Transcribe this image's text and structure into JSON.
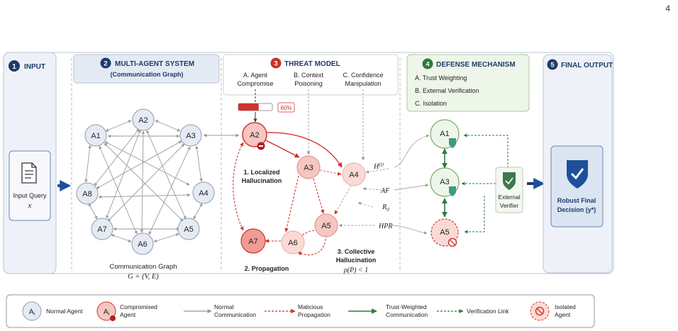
{
  "page_number": "4",
  "panels": {
    "input": {
      "num": "1",
      "title": "INPUT",
      "card_line1": "Input Query",
      "card_line2": "x"
    },
    "mas": {
      "num": "2",
      "title": "MULTI-AGENT SYSTEM",
      "subtitle": "(Communication Graph)",
      "caption": "Communication Graph",
      "formula": "G = (V, E)"
    },
    "threat": {
      "num": "3",
      "title": "THREAT MODEL",
      "col_a1": "A. Agent",
      "col_a2": "Compromise",
      "col_b1": "B.  Context",
      "col_b2": "Poisoning",
      "col_c1": "C. Confidence",
      "col_c2": "Manipulation",
      "progress_label": "60%",
      "progress_value": 0.6,
      "label_localized1": "1. Localized",
      "label_localized2": "Hallucination",
      "label_propagation": "2. Propagation",
      "label_collective1": "3. Collective",
      "label_collective2": "Hallucination",
      "label_rho": "ρ(P) < 1"
    },
    "defense": {
      "num": "4",
      "title": "DEFENSE MECHANISM",
      "item_a": "A. Trust Weighting",
      "item_b": "B. External Verification",
      "item_c": "C. Isolation",
      "verifier1": "External",
      "verifier2": "Verifier"
    },
    "output": {
      "num": "5",
      "title": "FINAL OUTPUT",
      "card_line1": "Robust Final",
      "card_line2": "Decision (y*)"
    }
  },
  "metrics": {
    "h": "H",
    "h_sup": "(t)",
    "af": "AF",
    "r0": "R",
    "r0_sub": "0",
    "hpr": "HPR"
  },
  "nodes": {
    "a1": "A1",
    "a2": "A2",
    "a3": "A3",
    "a4": "A4",
    "a5": "A5",
    "a6": "A6",
    "a7": "A7",
    "a8": "A8",
    "t_a2": "A2",
    "t_a3": "A3",
    "t_a4": "A4",
    "t_a5": "A5",
    "t_a6": "A6",
    "t_a7": "A7",
    "d_a1": "A1",
    "d_a3": "A3",
    "d_a5": "A5"
  },
  "legend": {
    "normal_agent_symbol": "A",
    "normal_agent_sub": "i",
    "normal_agent": "Normal Agent",
    "comp_agent_symbol": "A",
    "comp_agent_sub": "i",
    "comp_agent1": "Compromised",
    "comp_agent2": "Agent",
    "normal_comm1": "Normal",
    "normal_comm2": "Communication",
    "malicious1": "Malicious",
    "malicious2": "Propagation",
    "trust1": "Trust-Weighted",
    "trust2": "Communication",
    "verification": "Verification Link",
    "isolated1": "Isolated",
    "isolated2": "Agent"
  },
  "colors": {
    "navy": "#1f3a6b",
    "red": "#d0342c",
    "green": "#2f7a3e",
    "gray": "#9a9a9a"
  }
}
